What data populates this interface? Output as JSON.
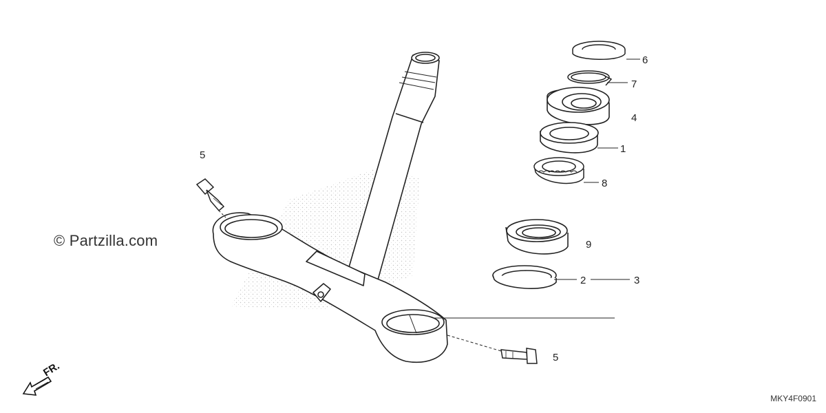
{
  "watermark": "© Partzilla.com",
  "diagram_code": "MKY4F0901",
  "front_label": "FR.",
  "callouts": {
    "c1": "1",
    "c2": "2",
    "c3": "3",
    "c4": "4",
    "c5_left": "5",
    "c5_right": "5",
    "c6": "6",
    "c7": "7",
    "c8": "8",
    "c9": "9"
  },
  "icons": [
    "front-arrow-icon"
  ]
}
